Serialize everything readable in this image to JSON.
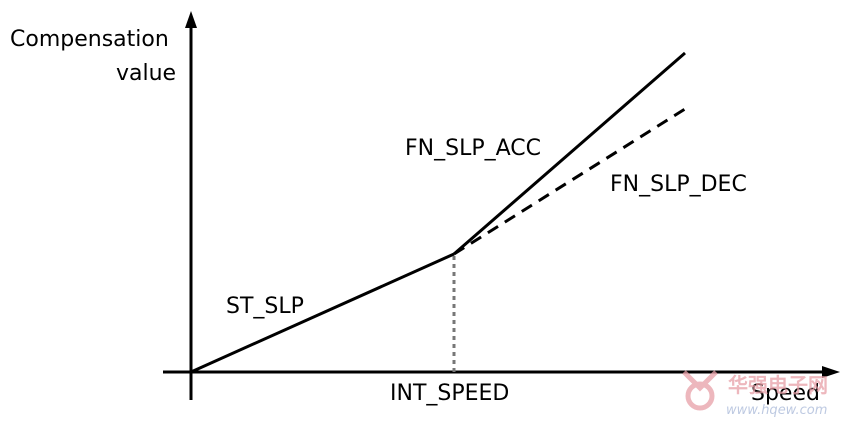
{
  "labels": {
    "y_axis_line1": "Compensation",
    "y_axis_line2": "value",
    "x_axis": "Speed",
    "breakpoint": "INT_SPEED",
    "start_slope": "ST_SLP",
    "finish_slope_acc": "FN_SLP_ACC",
    "finish_slope_dec": "FN_SLP_DEC"
  },
  "watermark": {
    "text_cn": "华强电子网",
    "url": "www.hqew.com",
    "color": "#e8a0a8"
  },
  "colors": {
    "line": "#000000",
    "dotted": "#777777"
  }
}
